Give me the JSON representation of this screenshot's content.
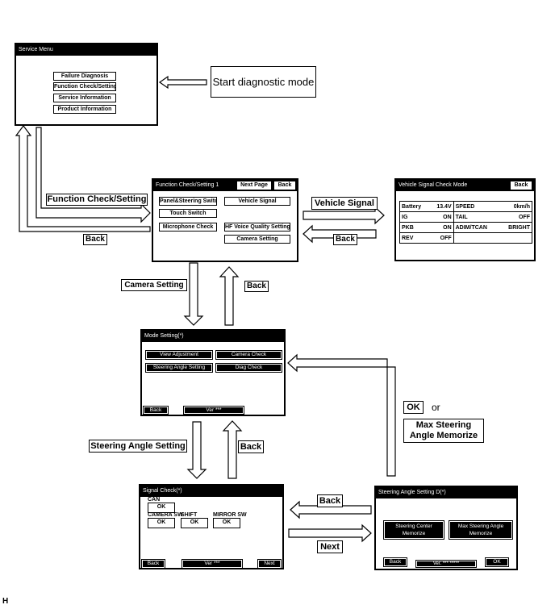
{
  "service_menu": {
    "title": "Service Menu",
    "items": [
      "Failure Diagnosis",
      "Function Check/Setting",
      "Service Information",
      "Product Information"
    ]
  },
  "start_label": "Start diagnostic mode",
  "function_check": {
    "title": "Function Check/Setting 1",
    "next_page": "Next Page",
    "back": "Back",
    "items": [
      "Panel&Steering Switch",
      "Vehicle Signal",
      "Touch Switch",
      "Microphone Check",
      "HF Voice Quality Setting",
      "Camera Setting"
    ]
  },
  "vehicle_signal": {
    "title": "Vehicle Signal Check Mode",
    "back": "Back",
    "rows": [
      [
        "Battery",
        "13.4V",
        "SPEED",
        "0km/h"
      ],
      [
        "IG",
        "ON",
        "TAIL",
        "OFF"
      ],
      [
        "PKB",
        "ON",
        "ADIM/TCAN",
        "BRIGHT"
      ],
      [
        "REV",
        "OFF",
        "",
        ""
      ]
    ]
  },
  "mode_setting": {
    "title": "Mode Setting(*)",
    "items": [
      "View Adjustment",
      "Camera Check",
      "Steering Angle Setting",
      "Diag Check"
    ],
    "back": "Back",
    "version": "Ver ***"
  },
  "signal_check": {
    "title": "Signal Check(*)",
    "can_label": "CAN",
    "can_value": "OK",
    "camera_sw_label": "CAMERA SW",
    "camera_sw_value": "OK",
    "shift_label": "SHIFT",
    "shift_value": "OK",
    "mirror_sw_label": "MIRROR SW",
    "mirror_sw_value": "OK",
    "back": "Back",
    "version": "Ver ***",
    "next": "Next"
  },
  "steering_angle": {
    "title": "Steering Angle Setting D(*)",
    "center_memorize": "Steering Center Memorize",
    "max_memorize": "Max Steering Angle Memorize",
    "back": "Back",
    "version": "Ver. *** *****",
    "ok": "OK"
  },
  "labels": {
    "function_check_setting": "Function Check/Setting",
    "back": "Back",
    "vehicle_signal": "Vehicle Signal",
    "camera_setting": "Camera Setting",
    "steering_angle_setting": "Steering Angle Setting",
    "next": "Next",
    "ok": "OK",
    "or": "or",
    "max_steering": "Max Steering Angle Memorize"
  },
  "figure_code": "H"
}
